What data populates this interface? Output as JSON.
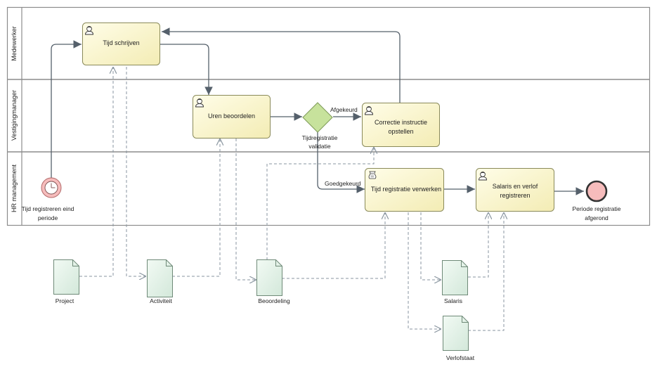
{
  "lanes": {
    "medewerker": "Medewerker",
    "vestigingmanager": "Vestigingmanager",
    "hr": "HR management"
  },
  "tasks": {
    "tijd_schrijven": "Tijd schrijven",
    "uren_beoordelen": "Uren beoordelen",
    "correctie_line1": "Correctie instructie",
    "correctie_line2": "opstellen",
    "tijd_registratie_verwerken": "Tijd registratie verwerken",
    "salaris_line1": "Salaris en verlof",
    "salaris_line2": "registreren"
  },
  "gateway": {
    "line1": "Tijdregistratie",
    "line2": "validatie"
  },
  "flows": {
    "afgekeurd": "Afgekeurd",
    "goedgekeurd": "Goedgekeurd"
  },
  "events": {
    "start_line1": "Tijd registreren eind",
    "start_line2": "periode",
    "end_line1": "Periode registratie",
    "end_line2": "afgerond"
  },
  "data_objects": {
    "project": "Project",
    "activiteit": "Activiteit",
    "beoordeling": "Beoordeling",
    "salaris": "Salaris",
    "verlofstaat": "Verlofstaat"
  },
  "colors": {
    "task_fill": "#fbf7d2",
    "task_stroke": "#8a8a5a",
    "gateway_fill": "#c7e29c",
    "start_fill": "#f6bcbc",
    "data_fill": "#e2f0e6",
    "flow": "#55606b",
    "association": "#8a96a0"
  }
}
